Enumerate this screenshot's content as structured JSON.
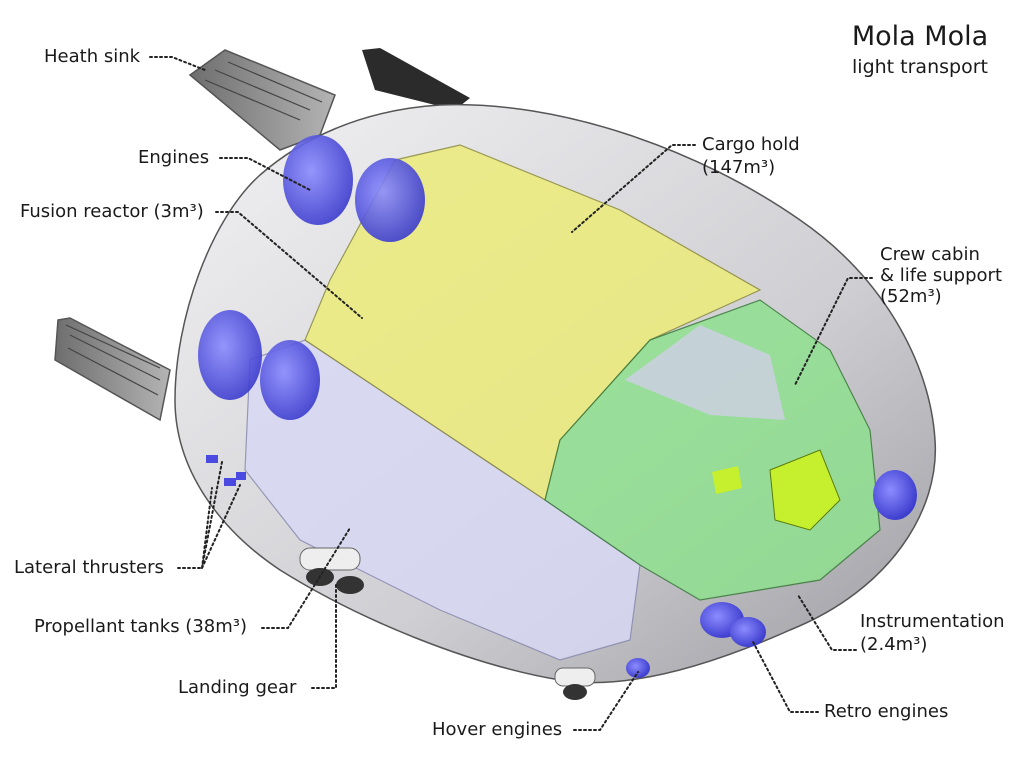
{
  "title": "Mola Mola",
  "subtitle": "light transport",
  "labels": {
    "heat_sink": "Heath sink",
    "engines": "Engines",
    "fusion_reactor": "Fusion reactor (3m³)",
    "cargo_hold_1": "Cargo hold",
    "cargo_hold_2": "(147m³)",
    "crew_cabin_1": "Crew cabin",
    "crew_cabin_2": "& life support",
    "crew_cabin_3": "(52m³)",
    "lateral_thrusters": "Lateral thrusters",
    "propellant_tanks": "Propellant tanks (38m³)",
    "landing_gear": "Landing gear",
    "hover_engines": "Hover engines",
    "retro_engines": "Retro engines",
    "instrumentation_1": "Instrumentation",
    "instrumentation_2": "(2.4m³)"
  },
  "colors": {
    "hull": "#d9d9dc",
    "cargo": "#ecec7a",
    "crew": "#8fe08f",
    "tanks": "#d8d8f4",
    "engines": "#4a4ae0",
    "heat_sink": "#8a8a8a"
  }
}
